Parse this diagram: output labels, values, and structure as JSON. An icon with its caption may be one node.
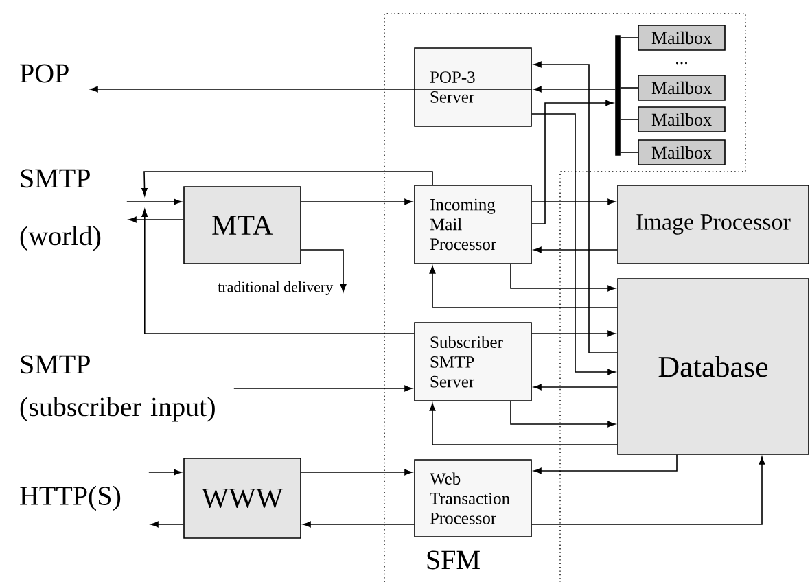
{
  "diagram": {
    "nodes": [
      {
        "text": [
          "POP"
        ]
      },
      {
        "text": [
          "SFM"
        ]
      },
      {
        "text": [
          "POP-3 Server"
        ],
        "in": 1
      },
      {
        "text": [],
        "shape": "bar",
        "in": 1
      },
      {
        "text": [
          "Mailbox"
        ],
        "in": 1
      },
      {
        "text": [
          "Mailbox"
        ],
        "in": 1
      },
      {
        "text": [
          "Mailbox"
        ],
        "in": 1
      },
      {
        "text": [
          "Mailbox"
        ],
        "in": 1
      },
      {
        "text": [
          "SMTP",
          "(world)"
        ]
      },
      {
        "text": [
          "MTA"
        ]
      },
      {
        "text": [
          "Incoming Mail Processor"
        ],
        "in": 1
      },
      {
        "text": [
          "Image Processor"
        ]
      },
      {
        "text": [
          "Database"
        ]
      },
      {
        "text": [
          "SMTP",
          "(subscriber input)"
        ]
      },
      {
        "text": [
          "Subscriber SMTP Server"
        ],
        "in": 1
      },
      {
        "text": [
          "HTTP(S)"
        ]
      },
      {
        "text": [
          "WWW"
        ]
      },
      {
        "text": [
          "Web Transaction Processor"
        ],
        "in": 1
      }
    ],
    "edges": [
      {
        "from": 2,
        "to": 0,
        "arrow": "to"
      },
      {
        "from": 8,
        "to": 9,
        "arrow": "to"
      },
      {
        "from": 9,
        "to": 8,
        "arrow": "to"
      },
      {
        "from": 10,
        "to": 8,
        "arrow": "to"
      },
      {
        "from": 14,
        "to": 8,
        "arrow": "to"
      },
      {
        "from": 9,
        "to": null,
        "arrow": "to",
        "label": "traditional delivery"
      },
      {
        "from": 9,
        "to": 10,
        "arrow": "to"
      },
      {
        "from": 10,
        "to": 3,
        "arrow": "to"
      },
      {
        "from": 3,
        "to": 2,
        "arrow": "to"
      },
      {
        "from": 3,
        "to": 4,
        "arrow": "none"
      },
      {
        "from": 3,
        "to": 5,
        "arrow": "none"
      },
      {
        "from": 3,
        "to": 6,
        "arrow": "none"
      },
      {
        "from": 3,
        "to": 7,
        "arrow": "none"
      },
      {
        "from": 12,
        "to": 2,
        "arrow": "to"
      },
      {
        "from": 2,
        "to": 12,
        "arrow": "to"
      },
      {
        "from": 10,
        "to": 11,
        "arrow": "to"
      },
      {
        "from": 11,
        "to": 10,
        "arrow": "to"
      },
      {
        "from": 10,
        "to": 12,
        "arrow": "to"
      },
      {
        "from": 12,
        "to": 10,
        "arrow": "to"
      },
      {
        "from": 13,
        "to": 14,
        "arrow": "to"
      },
      {
        "from": 14,
        "to": 12,
        "arrow": "to"
      },
      {
        "from": 12,
        "to": 14,
        "arrow": "to"
      },
      {
        "from": 14,
        "to": 12,
        "arrow": "to"
      },
      {
        "from": 12,
        "to": 14,
        "arrow": "to"
      },
      {
        "from": 15,
        "to": 16,
        "arrow": "to"
      },
      {
        "from": 16,
        "to": 15,
        "arrow": "to"
      },
      {
        "from": 16,
        "to": 17,
        "arrow": "to"
      },
      {
        "from": 17,
        "to": 16,
        "arrow": "to"
      },
      {
        "from": 12,
        "to": 17,
        "arrow": "to"
      },
      {
        "from": 17,
        "to": 12,
        "arrow": "to"
      }
    ],
    "labels": [
      "..."
    ]
  }
}
